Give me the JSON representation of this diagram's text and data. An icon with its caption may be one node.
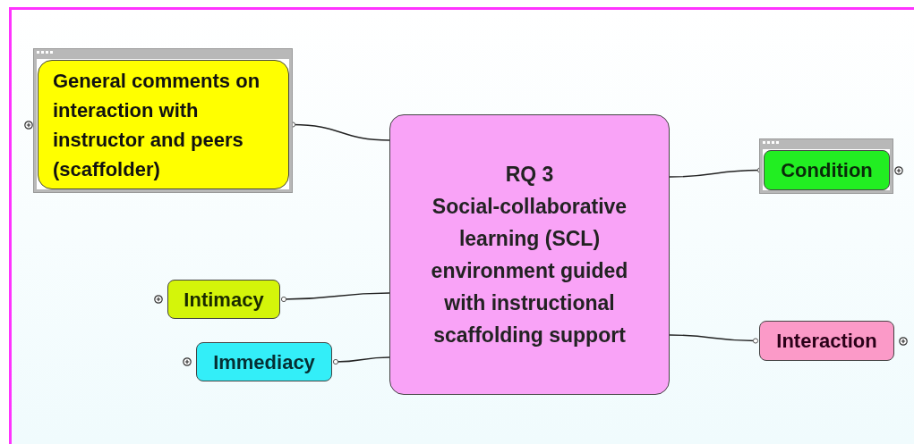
{
  "diagram": {
    "nodes": [
      {
        "text": [
          "RQ 3",
          "Social-collaborative learning (SCL) environment guided with instructional scaffolding support"
        ]
      },
      {
        "text": [
          "General comments on interaction with instructor and peers (scaffolder)"
        ]
      },
      {
        "text": [
          "Condition"
        ]
      },
      {
        "text": [
          "Intimacy"
        ]
      },
      {
        "text": [
          "Immediacy"
        ]
      },
      {
        "text": [
          "Interaction"
        ]
      }
    ],
    "edges": [
      {
        "from": 0,
        "to": 1,
        "arrow": "other"
      },
      {
        "from": 0,
        "to": 2,
        "arrow": "other"
      },
      {
        "from": 0,
        "to": 3,
        "arrow": "other"
      },
      {
        "from": 0,
        "to": 4,
        "arrow": "other"
      },
      {
        "from": 0,
        "to": 5,
        "arrow": "other"
      }
    ]
  }
}
